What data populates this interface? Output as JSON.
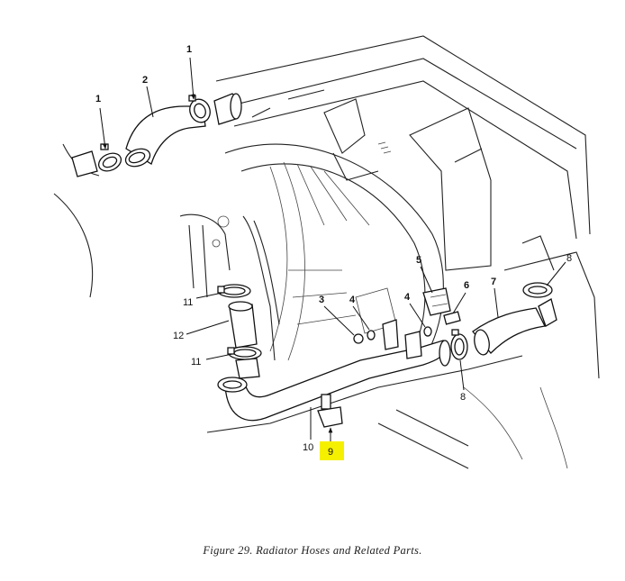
{
  "caption": "Figure 29. Radiator Hoses and Related Parts.",
  "highlight_color": "#f5f000",
  "callouts": {
    "c1a": "1",
    "c1b": "1",
    "c2": "2",
    "c3": "3",
    "c4a": "4",
    "c4b": "4",
    "c5": "5",
    "c6": "6",
    "c7": "7",
    "c8a": "8",
    "c8b": "8",
    "c9": "9",
    "c10": "10",
    "c11a": "11",
    "c11b": "11",
    "c12": "12"
  }
}
